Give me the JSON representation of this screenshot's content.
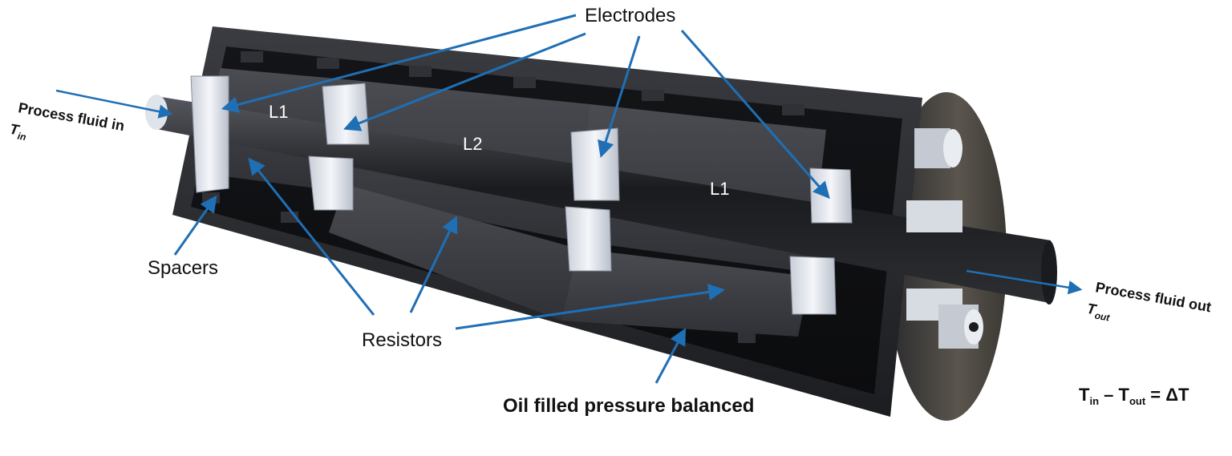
{
  "labels": {
    "electrodes": "Electrodes",
    "spacers": "Spacers",
    "resistors": "Resistors",
    "oil": "Oil filled pressure balanced",
    "l1_left": "L1",
    "l2": "L2",
    "l1_right": "L1"
  },
  "inlet": {
    "text": "Process fluid in",
    "temp": "T",
    "temp_sub": "in"
  },
  "outlet": {
    "text": "Process fluid out",
    "temp": "T",
    "temp_sub": "out"
  },
  "equation": {
    "a": "T",
    "a_sub": "in",
    "dash": " – ",
    "b": "T",
    "b_sub": "out",
    "rest": " = ΔT"
  },
  "colors": {
    "arrow": "#1f6fb5",
    "housing": "#2b2d31",
    "resistor": "#3e4046",
    "electrode": "#e4e8ef"
  }
}
